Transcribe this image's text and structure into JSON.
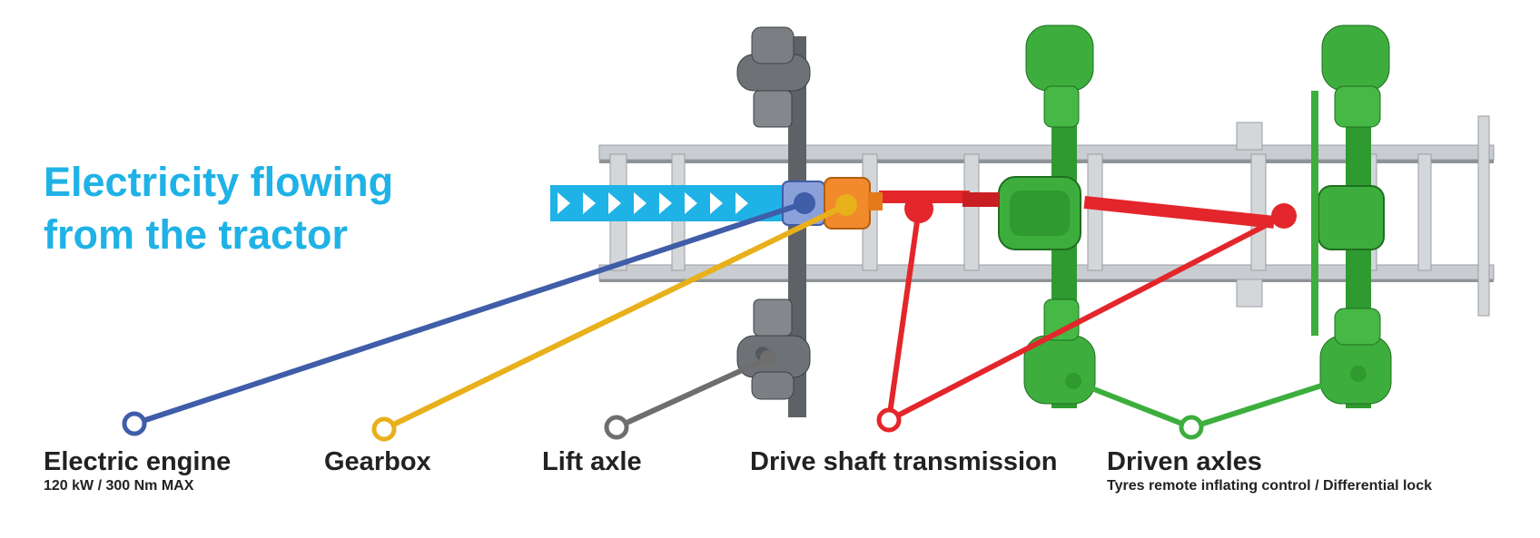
{
  "headline": {
    "line1": "Electricity flowing",
    "line2": "from the tractor",
    "color": "#1fb2e6"
  },
  "labels": {
    "engine": {
      "title": "Electric engine",
      "subtitle": "120 kW / 300 Nm MAX",
      "color": "#3f5da8"
    },
    "gearbox": {
      "title": "Gearbox",
      "color": "#e8b01b"
    },
    "lift_axle": {
      "title": "Lift axle",
      "color": "#6e6e6e"
    },
    "drive_shaft": {
      "title": "Drive shaft transmission",
      "color": "#e3262b"
    },
    "driven_axles": {
      "title": "Driven axles",
      "subtitle": "Tyres remote inflating control / Differential lock",
      "color": "#3dae3d"
    }
  },
  "colors": {
    "frame": "#c9ccd0",
    "power_input": "#1fb2e6",
    "engine": "#3f5da8",
    "gearbox": "#f08a2a",
    "lift_axle": "#6e6e6e",
    "drive_shaft": "#e3262b",
    "driven_axles": "#3dae3d"
  }
}
